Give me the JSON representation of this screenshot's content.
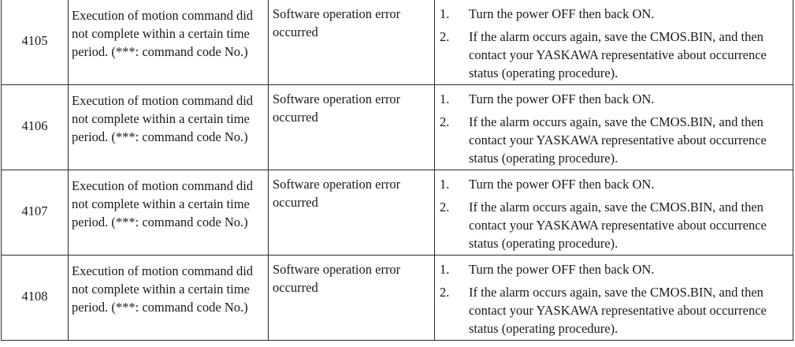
{
  "rows": [
    {
      "code": "4105",
      "meaning": "Execution of motion command did not complete within a certain time period. (***: command code No.)",
      "cause": "Software operation error occurred",
      "remedies": [
        {
          "num": "1.",
          "text": "Turn the power OFF then back ON."
        },
        {
          "num": "2.",
          "text": "If the alarm occurs again, save the CMOS.BIN, and then contact your YASKAWA representative about occurrence status (operating procedure)."
        }
      ]
    },
    {
      "code": "4106",
      "meaning": "Execution of motion command did not complete within a certain time period. (***: command code No.)",
      "cause": "Software operation error occurred",
      "remedies": [
        {
          "num": "1.",
          "text": "Turn the power OFF then back ON."
        },
        {
          "num": "2.",
          "text": "If the alarm occurs again, save the CMOS.BIN, and then contact your YASKAWA representative about occurrence status (operating procedure)."
        }
      ]
    },
    {
      "code": "4107",
      "meaning": "Execution of motion command did not complete within a certain time period. (***: command code No.)",
      "cause": "Software operation error occurred",
      "remedies": [
        {
          "num": "1.",
          "text": "Turn the power OFF then back ON."
        },
        {
          "num": "2.",
          "text": "If the alarm occurs again, save the CMOS.BIN, and then contact your YASKAWA representative about occurrence status (operating procedure)."
        }
      ]
    },
    {
      "code": "4108",
      "meaning": "Execution of motion command did not complete within a certain time period. (***: command code No.)",
      "cause": "Software operation error occurred",
      "remedies": [
        {
          "num": "1.",
          "text": "Turn the power OFF then back ON."
        },
        {
          "num": "2.",
          "text": "If the alarm occurs again, save the CMOS.BIN, and then contact your YASKAWA representative about occurrence status (operating procedure)."
        }
      ]
    }
  ]
}
